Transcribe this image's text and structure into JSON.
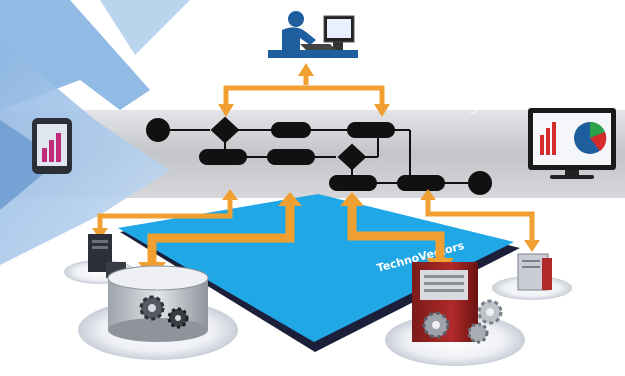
{
  "platform": {
    "label": "TechnoVectors",
    "label_secondary": "Technovectors"
  },
  "watermark": {
    "text": "shutterstock"
  },
  "colors": {
    "background": "#ffffff",
    "band": "#c9cbcf",
    "platform": "#1fa7e6",
    "platform_edge": "#1b1f3a",
    "arrow": "#f0a030",
    "flow_node": "#111111",
    "user": "#1f5e9e",
    "ribbon": "#6f9fd0"
  },
  "icons": {
    "user": "user-at-computer-icon",
    "mobile": "tablet-chart-icon",
    "monitor": "monitor-chart-icon",
    "database": "database-gears-icon",
    "server_large": "server-gears-icon",
    "server_small_left": "server-icon",
    "server_small_right": "server-icon"
  }
}
